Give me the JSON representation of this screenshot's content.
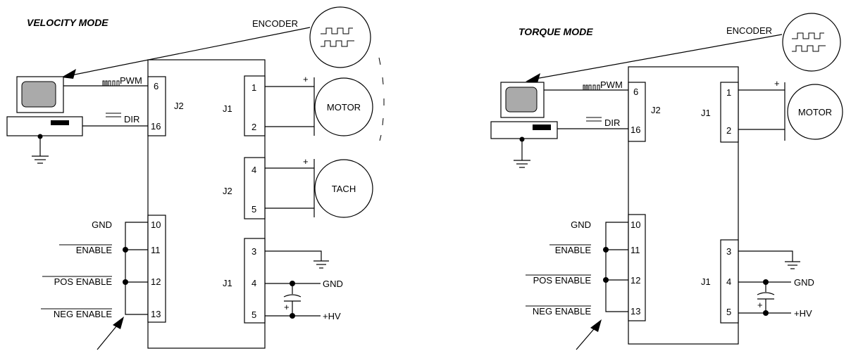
{
  "diagrams": [
    {
      "title": "VELOCITY MODE",
      "encoder_label": "ENCODER",
      "pwm_label": "PWM",
      "dir_label": "DIR",
      "j2_label": "J2",
      "j1_motor_label": "J1",
      "motor_label": "MOTOR",
      "j2_tach_label": "J2",
      "tach_label": "TACH",
      "j1_power_label": "J1",
      "pins": {
        "pwm": "6",
        "dir": "16",
        "motor_a": "1",
        "motor_b": "2",
        "tach_a": "4",
        "tach_b": "5",
        "gnd_in": "10",
        "enable": "11",
        "pos": "12",
        "neg": "13",
        "p3": "3",
        "p4": "4",
        "p5": "5"
      },
      "inputs": {
        "gnd": "GND",
        "enable": "ENABLE",
        "pos_enable": "POS ENABLE",
        "neg_enable": "NEG ENABLE"
      },
      "power": {
        "gnd": "GND",
        "hv": "+HV"
      },
      "plus": "+"
    },
    {
      "title": "TORQUE MODE",
      "encoder_label": "ENCODER",
      "pwm_label": "PWM",
      "dir_label": "DIR",
      "j2_label": "J2",
      "j1_motor_label": "J1",
      "motor_label": "MOTOR",
      "j1_power_label": "J1",
      "pins": {
        "pwm": "6",
        "dir": "16",
        "motor_a": "1",
        "motor_b": "2",
        "gnd_in": "10",
        "enable": "11",
        "pos": "12",
        "neg": "13",
        "p3": "3",
        "p4": "4",
        "p5": "5"
      },
      "inputs": {
        "gnd": "GND",
        "enable": "ENABLE",
        "pos_enable": "POS ENABLE",
        "neg_enable": "NEG ENABLE"
      },
      "power": {
        "gnd": "GND",
        "hv": "+HV"
      },
      "plus": "+"
    }
  ]
}
